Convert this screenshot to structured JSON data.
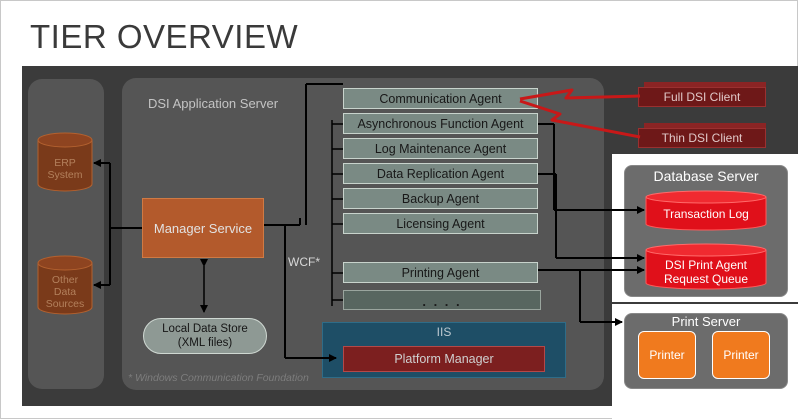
{
  "slide": {
    "title": "TIER OVERVIEW"
  },
  "left_sources": [
    {
      "line1": "ERP",
      "line2": "System"
    },
    {
      "line1": "Other",
      "line2": "Data",
      "line3": "Sources"
    }
  ],
  "app_server": {
    "label": "DSI Application Server",
    "manager_service": "Manager Service",
    "wcf_label": "WCF*",
    "footnote": "* Windows Communication Foundation",
    "agents": [
      "Communication Agent",
      "Asynchronous Function Agent",
      "Log Maintenance Agent",
      "Data Replication Agent",
      "Backup Agent",
      "Licensing Agent",
      "Printing Agent"
    ],
    "more_agents": ". . . .",
    "local_store": {
      "line1": "Local Data Store",
      "line2": "(XML files)"
    },
    "iis": {
      "label": "IIS",
      "platform_manager": "Platform Manager"
    }
  },
  "clients": [
    "Full DSI Client",
    "Thin DSI Client"
  ],
  "database_server": {
    "title": "Database Server",
    "transaction_log": "Transaction Log",
    "print_queue": {
      "line1": "DSI Print Agent",
      "line2": "Request Queue"
    }
  },
  "print_server": {
    "title": "Print Server",
    "printers": [
      "Printer",
      "Printer"
    ]
  },
  "colors": {
    "orange": "#b35a2c",
    "agent": "#7a8a84",
    "red_db": "#e0101a",
    "printer": "#f07a1e",
    "iis": "#1e4e66",
    "client": "#6e1818"
  }
}
